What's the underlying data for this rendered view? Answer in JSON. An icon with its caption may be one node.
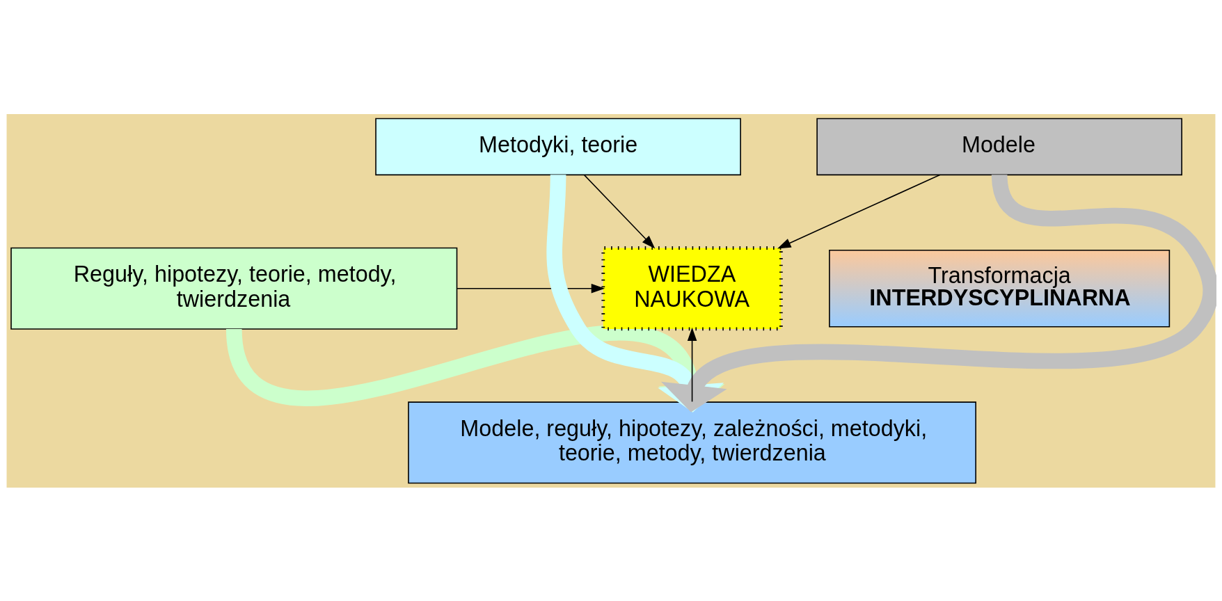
{
  "diagram": {
    "nodes": [
      {
        "text": [
          "Reguły, hipotezy, teorie, metody, twierdzenia"
        ]
      },
      {
        "text": [
          "Metodyki, teorie"
        ]
      },
      {
        "text": [
          "Modele"
        ]
      },
      {
        "text": [
          "Transformacja",
          "INTERDYSCYPLINARNA"
        ]
      },
      {
        "text": [
          "Modele, reguły, hipotezy, zależności, metodyki, teorie, metody, twierdzenia"
        ]
      },
      {
        "text": [
          "WIEDZA NAUKOWA"
        ]
      }
    ],
    "edges": [
      {
        "from": 0,
        "to": 5,
        "arrow": "to"
      },
      {
        "from": 1,
        "to": 5,
        "arrow": "to"
      },
      {
        "from": 2,
        "to": 5,
        "arrow": "to"
      },
      {
        "from": 4,
        "to": 5,
        "arrow": "to"
      },
      {
        "from": 0,
        "to": 4,
        "arrow": "to",
        "style": "thick",
        "color": "#ccffcc"
      },
      {
        "from": 1,
        "to": 4,
        "arrow": "to",
        "style": "thick",
        "color": "#ccffff"
      },
      {
        "from": 2,
        "to": 4,
        "arrow": "to",
        "style": "thick",
        "color": "#c0c0c0"
      }
    ]
  }
}
